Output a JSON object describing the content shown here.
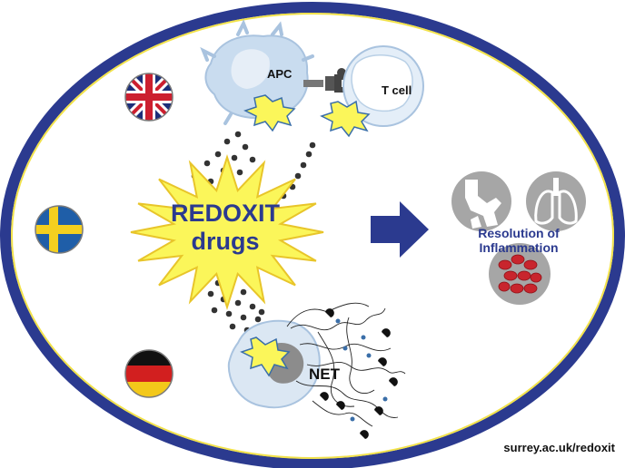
{
  "diagram": {
    "cells": {
      "apc_label": "APC",
      "tcell_label": "T cell",
      "net_label": "NET"
    },
    "drug": {
      "line1": "REDOXIT",
      "line2": "drugs"
    },
    "outcome": {
      "line1": "Resolution of",
      "line2": "Inflammation",
      "icons": [
        "joint-icon",
        "lungs-icon",
        "blood-cells-icon"
      ]
    },
    "flags": [
      "uk-flag",
      "sweden-flag",
      "germany-flag"
    ],
    "footer_url": "surrey.ac.uk/redoxit"
  },
  "colors": {
    "ellipse_border": "#2b3a8f",
    "ellipse_inner_ring": "#f2e24a",
    "star_fill": "#fbf65a",
    "star_text": "#2b3a8f",
    "arrow": "#2b3a8f",
    "cell_fill": "#c9dcef",
    "outcome_circle": "#a6a6a6",
    "outcome_text": "#2b3a8f"
  }
}
